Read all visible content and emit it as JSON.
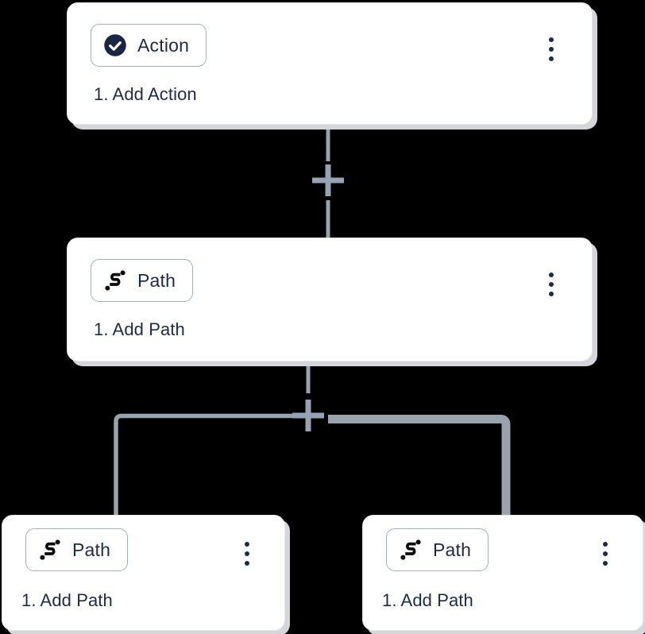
{
  "app": {
    "view": "workflow-builder-canvas"
  },
  "nodes": [
    {
      "id": "action-step",
      "badge_label": "Action",
      "badge_icon": "check-circle-icon",
      "title": "1. Add Action",
      "menu_icon": "kebab-menu-icon"
    },
    {
      "id": "path-step",
      "badge_label": "Path",
      "badge_icon": "path-icon",
      "title": "1. Add Path",
      "menu_icon": "kebab-menu-icon"
    },
    {
      "id": "path-branch-left",
      "badge_label": "Path",
      "badge_icon": "path-icon",
      "title": "1. Add Path",
      "menu_icon": "kebab-menu-icon"
    },
    {
      "id": "path-branch-right",
      "badge_label": "Path",
      "badge_icon": "path-icon",
      "title": "1. Add Path",
      "menu_icon": "kebab-menu-icon"
    }
  ],
  "connectors": [
    {
      "from": "action-step",
      "to": "path-step",
      "add_button_icon": "plus-icon"
    },
    {
      "from": "path-step",
      "to": [
        "path-branch-left",
        "path-branch-right"
      ],
      "add_button_icon": "plus-icon"
    }
  ],
  "colors": {
    "background": "#000000",
    "card_bg": "#ffffff",
    "card_border": "#e4e6ea",
    "card_shadow": "#d4d6da",
    "badge_border": "#9fb0c3",
    "text": "#1e2a47",
    "icon_navy": "#1b2742",
    "icon_black": "#0b0b0c",
    "connector_line": "#9aa2ac",
    "connector_plus": "#95a3b4"
  }
}
